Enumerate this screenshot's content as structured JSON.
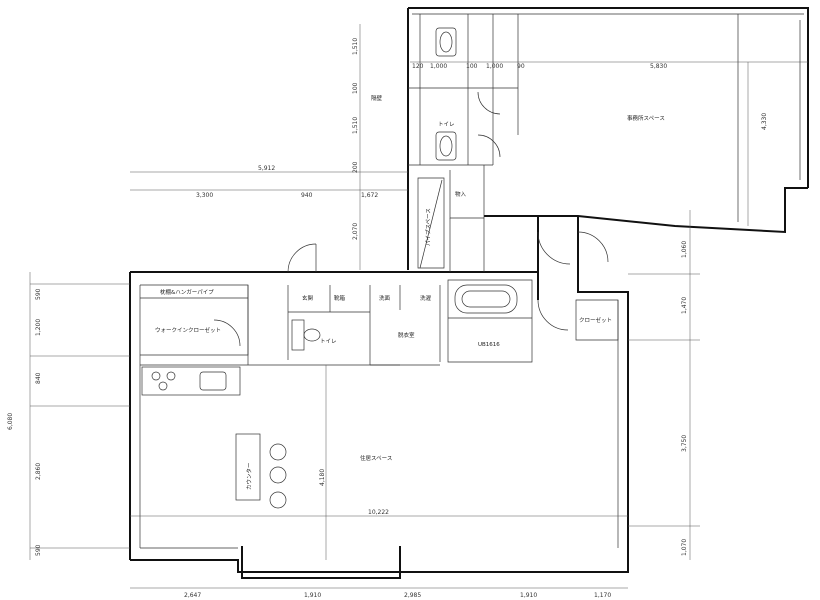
{
  "rooms": {
    "office": "事務所スペース",
    "toilet": "トイレ",
    "storage": "物入",
    "pipe_space": "パイプスペース",
    "shelf": "枕棚&ハンガーパイプ",
    "walk_in_closet": "ウォークインクローゼット",
    "entrance": "玄関",
    "shoe_box": "靴箱",
    "wash_basin": "洗面",
    "laundry": "洗濯",
    "dressing_room": "脱衣室",
    "unit_bath": "UB1616",
    "closet": "クローゼット",
    "counter": "カウンター",
    "living_space": "住居スペース",
    "partition": "隔壁"
  },
  "dims": {
    "top_1510a": "1,510",
    "top_100": "100",
    "top_1510b": "1,510",
    "top_200": "200",
    "top_2070": "2,070",
    "row_120": "120",
    "row_1000a": "1,000",
    "row_100": "100",
    "row_1000b": "1,000",
    "row_90": "90",
    "row_5830": "5,830",
    "office_4330": "4,330",
    "overall_5912": "5,912",
    "seg_3300": "3,300",
    "seg_940": "940",
    "seg_1672": "1,672",
    "left_590a": "590",
    "left_1200": "1,200",
    "left_840": "840",
    "left_2860": "2,860",
    "left_590b": "590",
    "left_6080": "6,080",
    "right_1060": "1,060",
    "right_1470": "1,470",
    "right_3750": "3,750",
    "right_1070": "1,070",
    "living_4180": "4,180",
    "overall_10222": "10,222",
    "bot_2647": "2,647",
    "bot_1910a": "1,910",
    "bot_2985": "2,985",
    "bot_1910b": "1,910",
    "bot_1170": "1,170"
  }
}
